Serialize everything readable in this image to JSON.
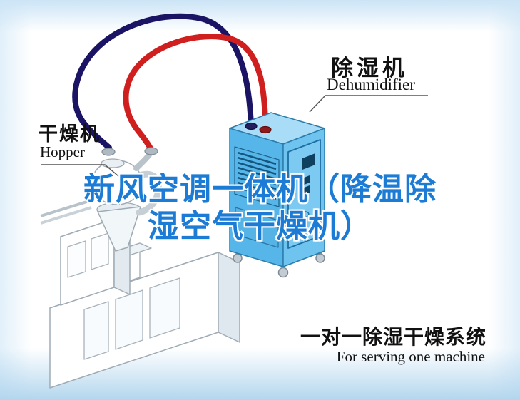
{
  "colors": {
    "pipe_navy": "#1b1464",
    "pipe_red": "#cf1f1f",
    "unit_blue_top": "#a9ddf7",
    "unit_blue_left": "#57b6e9",
    "unit_blue_right": "#6fc3ef",
    "title_blue": "#1c7cd5"
  },
  "labels": {
    "dehumidifier_zh": "除湿机",
    "dehumidifier_en": "Dehumidifier",
    "hopper_zh": "干燥机",
    "hopper_en": "Hopper"
  },
  "title": {
    "line1": "新风空调一体机（降温除",
    "line2": "湿空气干燥机）"
  },
  "footer": {
    "zh": "一对一除湿干燥系统",
    "en": "For serving one machine"
  }
}
